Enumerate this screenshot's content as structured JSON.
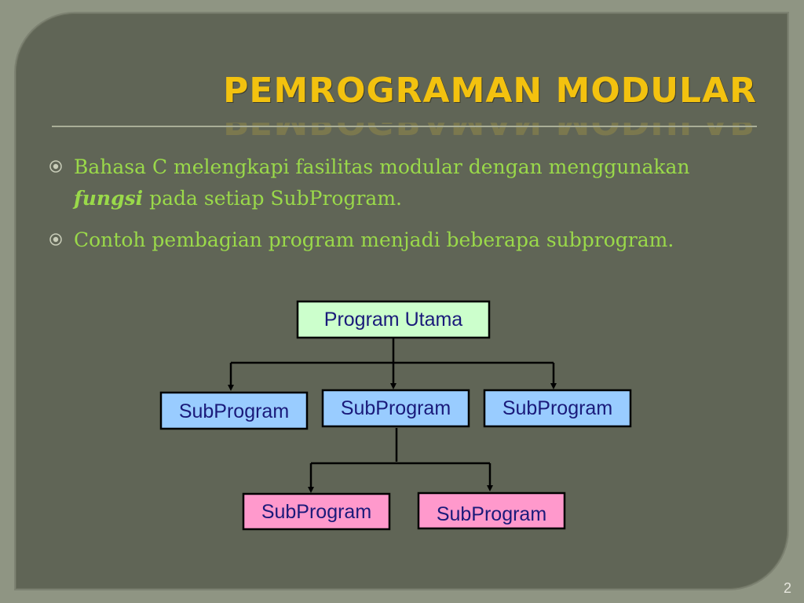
{
  "slide": {
    "title": "PEMROGRAMAN MODULAR",
    "page_number": "2",
    "colors": {
      "background": "#606556",
      "title": "#f3c20f",
      "bullet_text": "#9ad94a",
      "root_box": "#ccffcc",
      "level1_box": "#99ccff",
      "level2_box": "#ff99cc",
      "box_text": "#1a1a7a"
    }
  },
  "bullets": [
    {
      "icon": "circle-dot-bullet-icon",
      "text_before": "Bahasa C melengkapi fasilitas modular dengan menggunakan ",
      "emphasis": "fungsi",
      "text_after": " pada setiap SubProgram."
    },
    {
      "icon": "circle-dot-bullet-icon",
      "text": "Contoh pembagian program menjadi beberapa subprogram."
    }
  ],
  "diagram": {
    "root": "Program Utama",
    "level1": [
      "SubProgram",
      "SubProgram",
      "SubProgram"
    ],
    "level2": [
      "SubProgram",
      "SubProgram"
    ]
  }
}
